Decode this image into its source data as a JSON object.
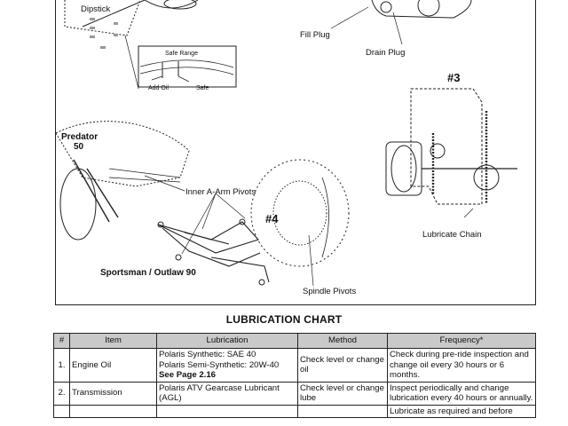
{
  "diagram": {
    "labels": {
      "dipstick": "Dipstick",
      "safe_range": "Safe Range",
      "add_oil": "Add Oil",
      "safe": "Safe",
      "fill_plug": "Fill Plug",
      "drain_plug": "Drain Plug",
      "num3": "#3",
      "num4": "#4",
      "predator": "Predator",
      "predator_num": "50",
      "inner_a_arm": "Inner A-Arm Pivots",
      "lubricate_chain": "Lubricate Chain",
      "sportsman": "Sportsman / Outlaw 90",
      "spindle_pivots": "Spindle Pivots"
    }
  },
  "chart": {
    "title": "LUBRICATION CHART",
    "headers": [
      "#",
      "Item",
      "Lubrication",
      "Method",
      "Frequency*"
    ],
    "rows": [
      {
        "num": "1.",
        "item": "Engine Oil",
        "lub_line1": "Polaris Synthetic: SAE 40",
        "lub_line2": "Polaris Semi-Synthetic: 20W-40",
        "lub_ref": "See Page 2.16",
        "method": "Check level or change oil",
        "frequency": "Check during pre-ride inspection and change oil every 30 hours or 6 months."
      },
      {
        "num": "2.",
        "item": "Transmission",
        "lub_line1": "Polaris ATV Gearcase Lubricant (AGL)",
        "method": "Check level or change lube",
        "frequency": "Inspect periodically and change lubrication every 40 hours or annually."
      },
      {
        "frequency": "Lubricate as required and before"
      }
    ]
  }
}
